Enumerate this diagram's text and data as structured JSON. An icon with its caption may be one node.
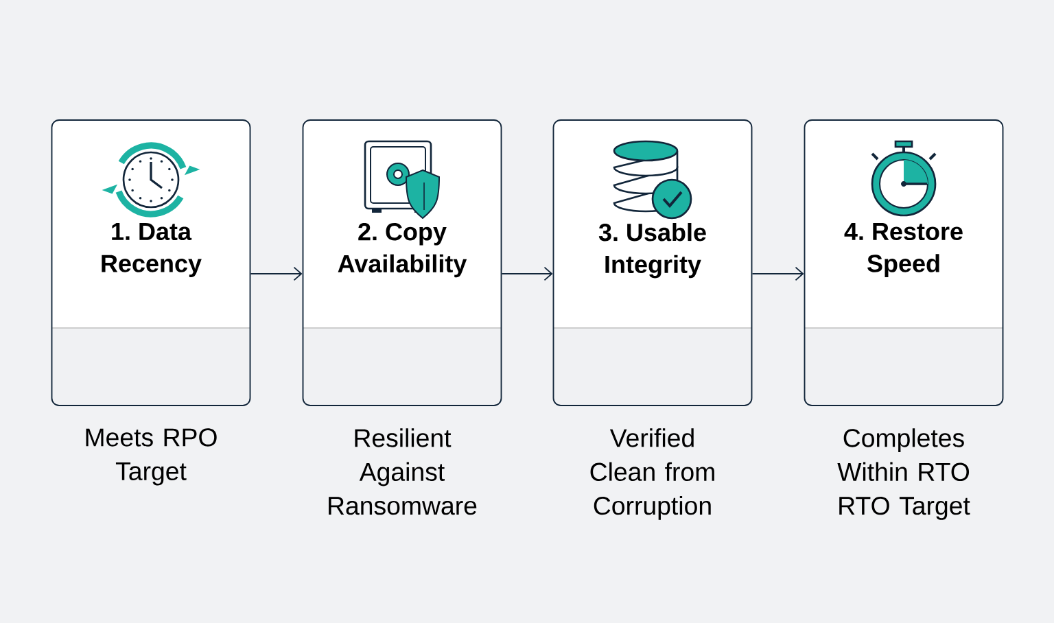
{
  "diagram": {
    "nodes": [
      {
        "text": [
          "1. Data Recency"
        ],
        "beside": [
          "Meets RPO Target"
        ]
      },
      {
        "text": [
          "2. Copy Availability"
        ],
        "beside": [
          "Resilient Against Ransomware"
        ]
      },
      {
        "text": [
          "3. Usable Integrity"
        ],
        "beside": [
          "Verified Clean from Corruption"
        ]
      },
      {
        "text": [
          "4. Restore Speed"
        ],
        "beside": [
          "Completes Within RTO RTO Target"
        ]
      }
    ],
    "edges": [
      {
        "from": 0,
        "to": 1,
        "arrow": "to"
      },
      {
        "from": 1,
        "to": 2,
        "arrow": "to"
      },
      {
        "from": 2,
        "to": 3,
        "arrow": "to"
      }
    ]
  }
}
